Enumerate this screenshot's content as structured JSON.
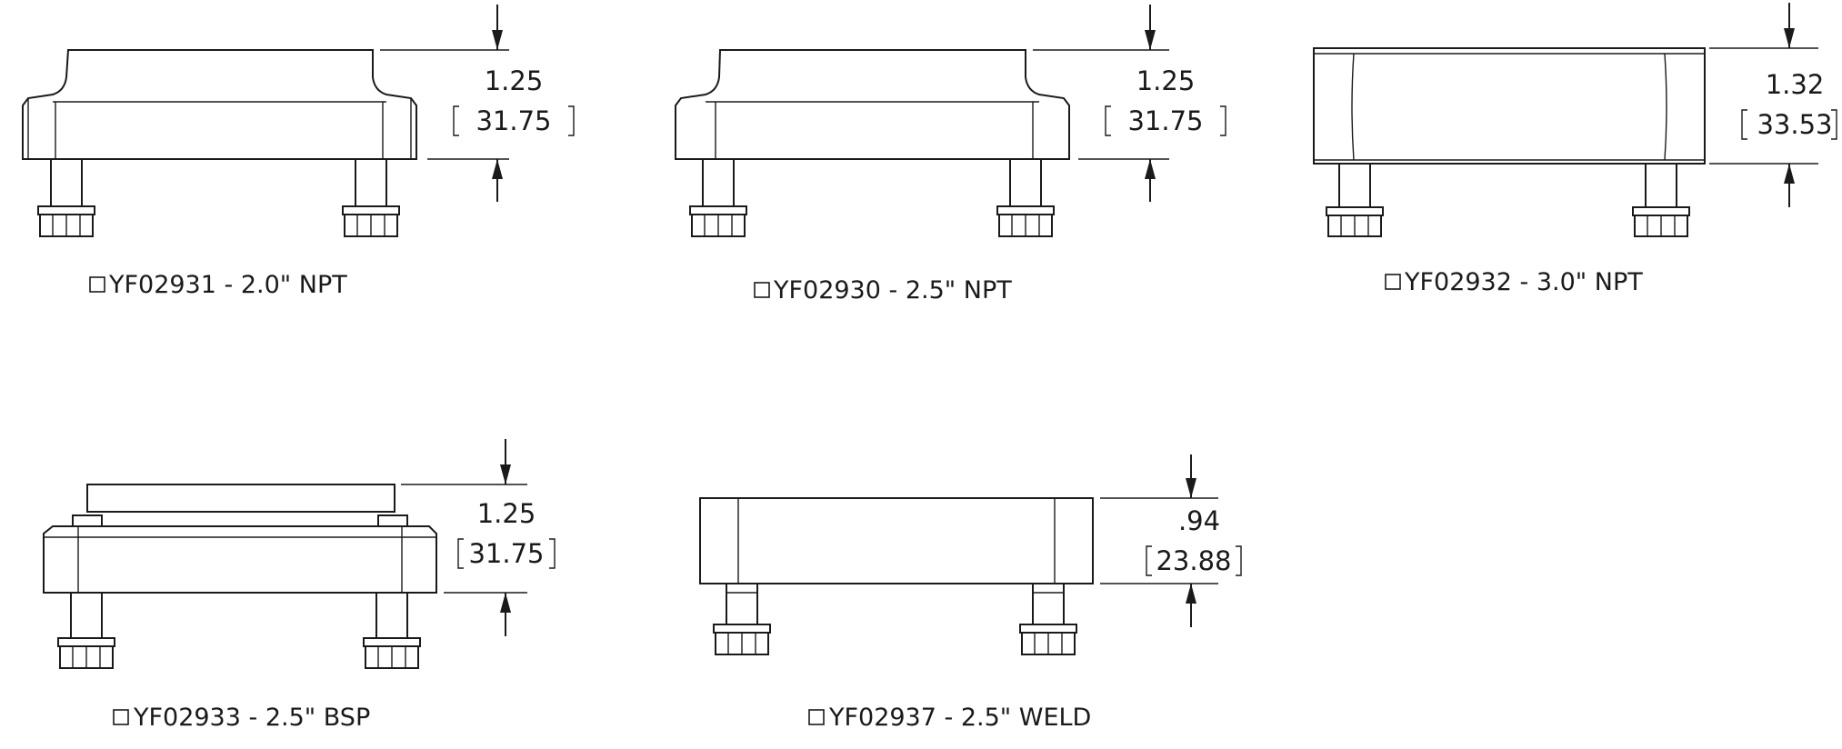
{
  "parts": [
    {
      "id": "YF02931",
      "label": "YF02931 - 2.0\" NPT",
      "dim_in": "1.25",
      "dim_mm": "31.75"
    },
    {
      "id": "YF02930",
      "label": "YF02930 - 2.5\" NPT",
      "dim_in": "1.25",
      "dim_mm": "31.75"
    },
    {
      "id": "YF02932",
      "label": "YF02932 - 3.0\" NPT",
      "dim_in": "1.32",
      "dim_mm": "33.53"
    },
    {
      "id": "YF02933",
      "label": "YF02933 - 2.5\" BSP",
      "dim_in": "1.25",
      "dim_mm": "31.75"
    },
    {
      "id": "YF02937",
      "label": "YF02937 - 2.5\" WELD",
      "dim_in": ".94",
      "dim_mm": "23.88"
    }
  ]
}
